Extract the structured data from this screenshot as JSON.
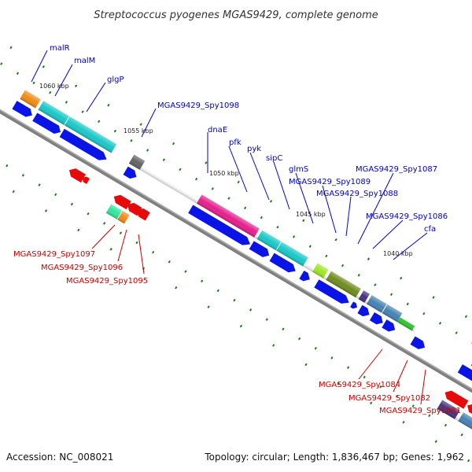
{
  "title": "Streptococcus pyogenes MGAS9429, complete genome",
  "footer": {
    "accession": "Accession: NC_008021",
    "info": "Topology: circular; Length: 1,836,467 bp; Genes: 1,962"
  },
  "scale_labels": [
    "1060 kbp",
    "1055 kbp",
    "1050 kbp",
    "1045 kbp",
    "1040 kbp"
  ],
  "forward_labels": [
    "malR",
    "malM",
    "glgP",
    "MGAS9429_Spy1098",
    "dnaE",
    "pfk",
    "pyk",
    "sipC",
    "glmS",
    "MGAS9429_Spy1089",
    "MGAS9429_Spy1088",
    "MGAS9429_Spy1087",
    "MGAS9429_Spy1086",
    "cfa"
  ],
  "reverse_labels": [
    "MGAS9429_Spy1097",
    "MGAS9429_Spy1096",
    "MGAS9429_Spy1095",
    "MGAS9429_Spy1084",
    "MGAS9429_Spy1082",
    "MGAS9429_Spy1081"
  ],
  "colors": {
    "forward_label": "#0000cc",
    "reverse_label": "#cc0000",
    "backbone": "#808080",
    "tick": "#1f7a1f",
    "cds_blue": "#0a14e6",
    "cds_red": "#e60a0a",
    "orange": "#f08c14",
    "cyan": "#19c8c8",
    "pink": "#e61e8c",
    "lime": "#a0e628",
    "olive": "#6e8c1e",
    "navy": "#46327d",
    "steel": "#4682b4",
    "green": "#32c832",
    "gray": "#646464",
    "seafoam": "#32e69b"
  }
}
